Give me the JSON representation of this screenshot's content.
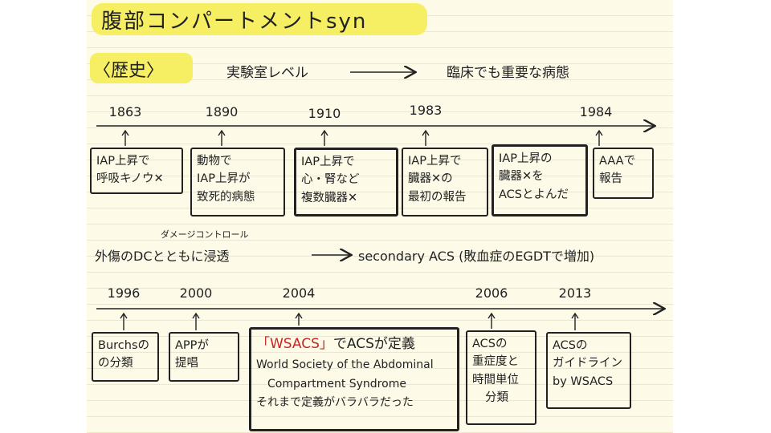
{
  "title": "腹部コンパートメントsyn",
  "history_tag": "〈歴史〉",
  "top_flow": {
    "left": "実験室レベル",
    "right": "臨床でも重要な病態"
  },
  "timeline1": {
    "years": [
      "1863",
      "1890",
      "1910",
      "1983",
      "1984"
    ],
    "boxes": [
      [
        "IAP上昇で",
        "呼吸キノウ✕"
      ],
      [
        "動物で",
        "IAP上昇が",
        "致死的病態"
      ],
      [
        "IAP上昇で",
        "心・腎など",
        "複数臓器✕"
      ],
      [
        "IAP上昇で",
        "臓器✕の",
        "最初の報告"
      ],
      [
        "IAP上昇の",
        "臓器✕を",
        "ACSとよんだ"
      ],
      [
        "AAAで",
        "報告"
      ]
    ]
  },
  "middle": {
    "annotation": "ダメージコントロール",
    "left": "外傷のDCとともに浸透",
    "right": "secondary ACS (敗血症のEGDTで増加)"
  },
  "timeline2": {
    "years": [
      "1996",
      "2000",
      "2004",
      "2006",
      "2013"
    ],
    "boxes": [
      [
        "Burchsの",
        "の分類"
      ],
      [
        "APPが",
        "提唱"
      ],
      {
        "highlight": "「WSACS」",
        "rest": "でACSが定義",
        "lines": [
          "World Society of the Abdominal",
          "Compartment Syndrome",
          "それまで定義がバラバラだった"
        ]
      },
      [
        "ACSの",
        "重症度と",
        "時間単位",
        "分類"
      ],
      [
        "ACSの",
        "ガイドライン",
        "by WSACS"
      ]
    ]
  }
}
